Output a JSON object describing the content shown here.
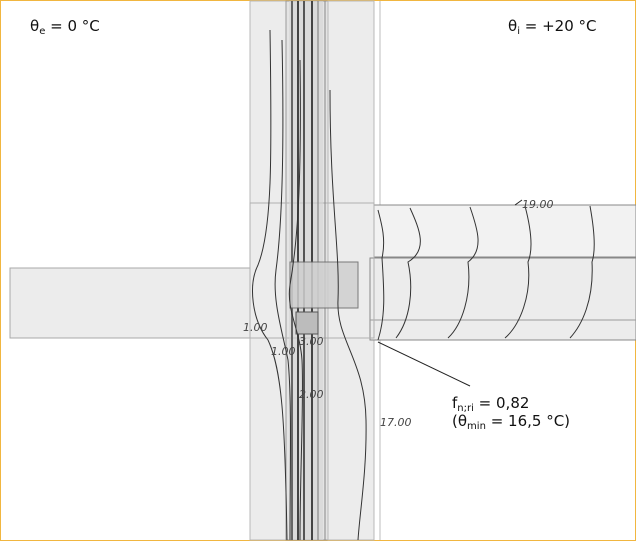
{
  "conditions": {
    "exterior": {
      "symbol": "θ",
      "sub": "e",
      "value": "=  0 °C"
    },
    "interior": {
      "symbol": "θ",
      "sub": "i",
      "value": "=  +20 °C"
    }
  },
  "isotherm_labels": {
    "t19": "19.00",
    "t1a": "1.00",
    "t1b": "1.00",
    "t3": "3.00",
    "t2": "2.00",
    "t17": "17.00"
  },
  "annotation": {
    "f_symbol": "f",
    "f_sub": "n;ri",
    "f_value": "= 0,82",
    "open": "(",
    "theta": "θ",
    "theta_sub": "min",
    "theta_value": "= 16,5 °C)"
  },
  "colors": {
    "frame": "#f1b640",
    "wall_fill": "#ececec",
    "line": "#555555"
  }
}
